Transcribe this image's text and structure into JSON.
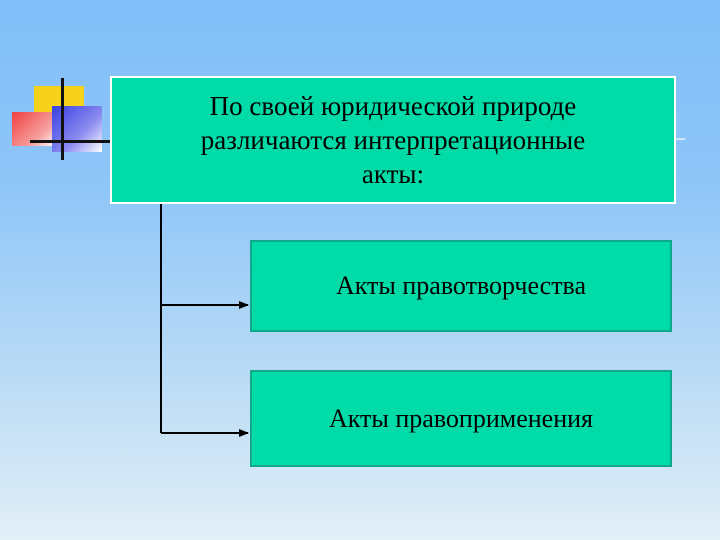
{
  "diagram": {
    "main_box": {
      "line1": "По своей юридической природе",
      "line2": "различаются интерпретационные",
      "line3": "акты:"
    },
    "children": [
      {
        "label": "Акты правотворчества"
      },
      {
        "label": "Акты правоприменения"
      }
    ]
  },
  "colors": {
    "box_fill": "#00dba8",
    "background_top": "#80bef8",
    "background_bottom": "#e2eff7",
    "connector": "#000000"
  }
}
